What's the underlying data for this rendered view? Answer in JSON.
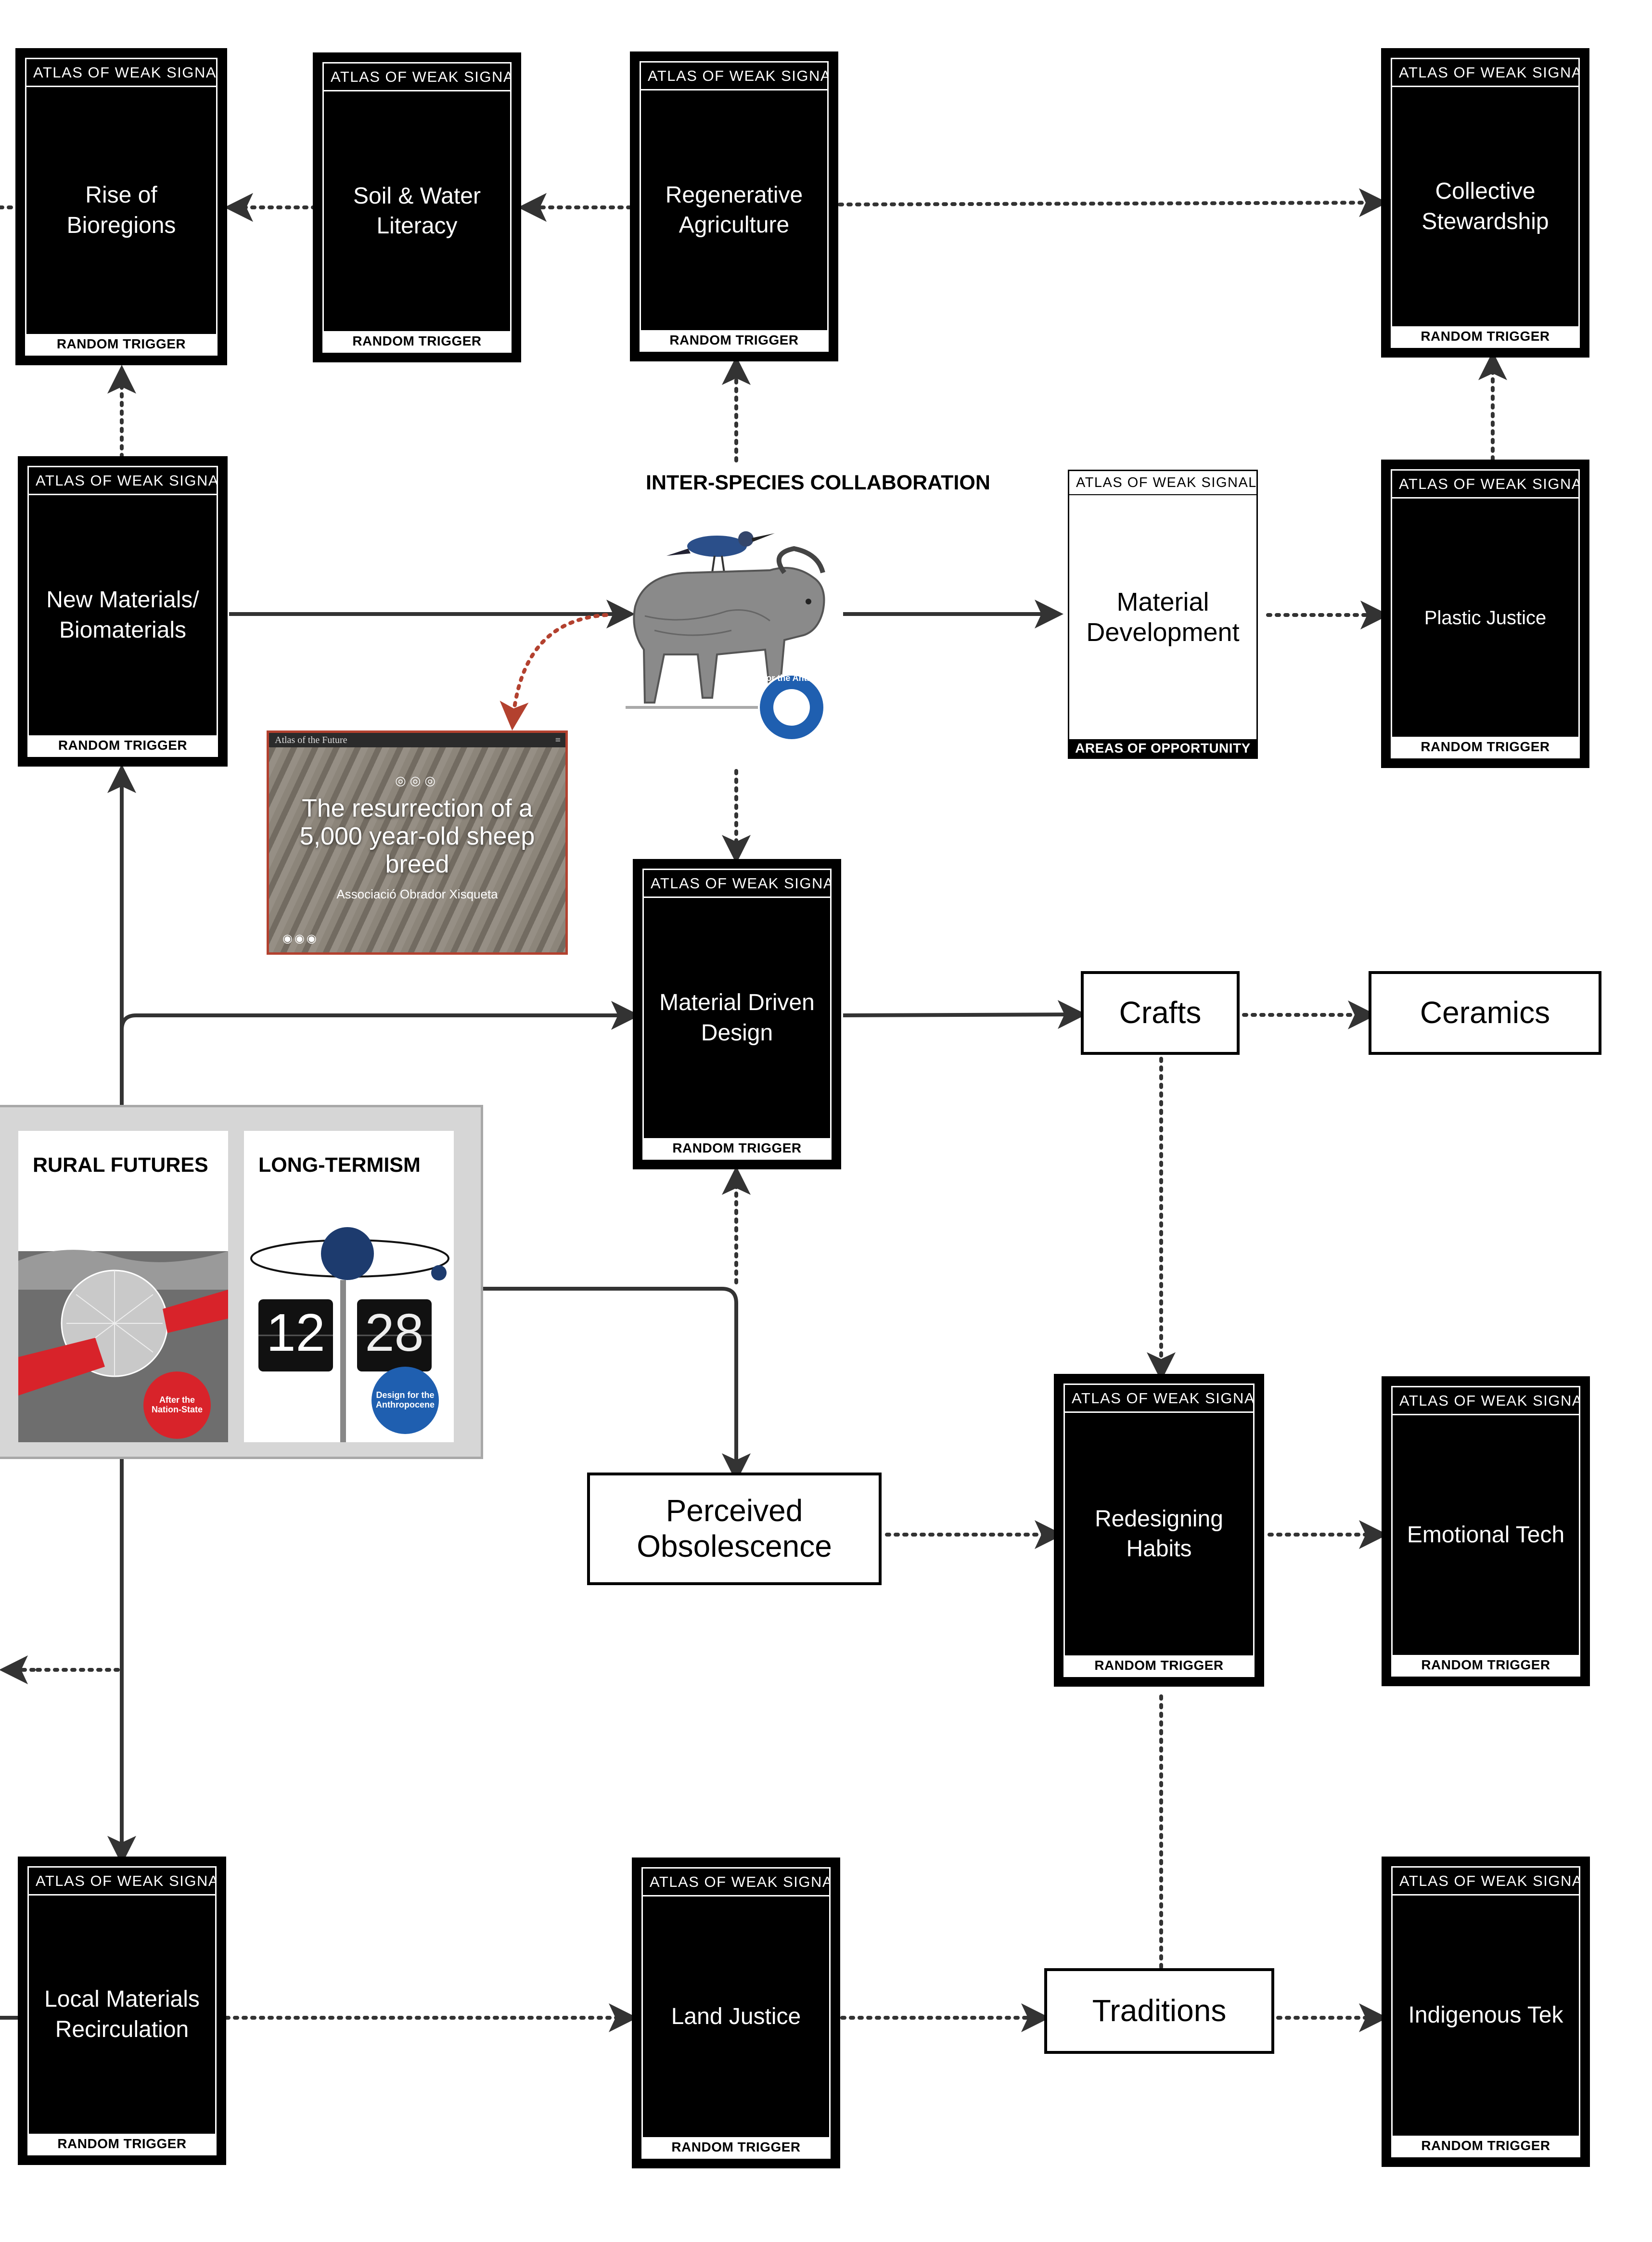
{
  "cards": {
    "header": "ATLAS OF WEAK SIGNALS",
    "footer": "RANDOM TRIGGER",
    "white_footer": "AREAS OF OPPORTUNITY",
    "rise_of_bioregions": "Rise of Bioregions",
    "soil_water_literacy": "Soil & Water Literacy",
    "regenerative_agriculture": "Regenerative Agriculture",
    "collective_stewardship": "Collective Stewardship",
    "new_materials": "New Materials/ Biomaterials",
    "material_development": "Material Development",
    "plastic_justice": "Plastic Justice",
    "material_driven_design": "Material Driven Design",
    "redesigning_habits": "Redesigning Habits",
    "emotional_tech": "Emotional Tech",
    "local_materials": "Local Materials Recirculation",
    "land_justice": "Land Justice",
    "indigenous_tek": "Indigenous Tek"
  },
  "boxes": {
    "crafts": "Crafts",
    "ceramics": "Ceramics",
    "perceived_obsolescence": "Perceived Obsolescence",
    "traditions": "Traditions"
  },
  "inter_species": {
    "title": "INTER-SPECIES COLLABORATION",
    "badge": "Design for the Anthropocene"
  },
  "atlas_future": {
    "bar_title": "Atlas of the Future",
    "menu": "≡",
    "headline": "The resurrection of a 5,000 year-old sheep breed",
    "subtitle": "Associació Obrador Xisqueta"
  },
  "posters": {
    "rural_futures": "RURAL FUTURES",
    "rural_badge": "After the Nation-State",
    "long_termism": "LONG-TERMISM",
    "long_badge": "Design for the Anthropocene",
    "clock_left": "12",
    "clock_right": "28"
  },
  "colors": {
    "accent_red": "#b3412f",
    "badge_blue": "#1f5fb0",
    "badge_red": "#d8232a"
  }
}
